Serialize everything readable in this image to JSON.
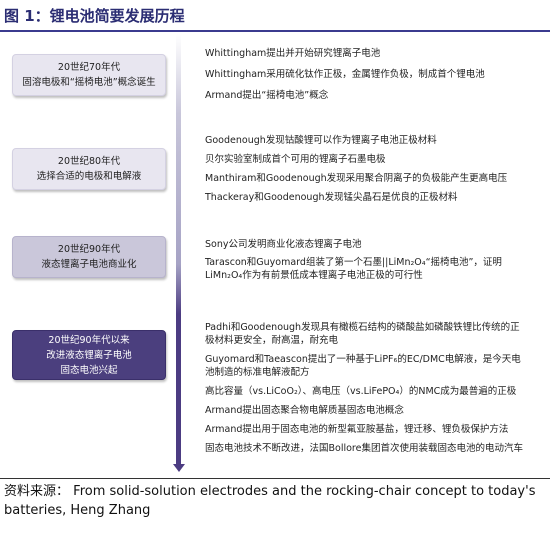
{
  "title": "图 1：锂电池简要发展历程",
  "eras": [
    {
      "name": "20世纪70年代",
      "desc": "固溶电极和“摇椅电池”概念诞生",
      "events": [
        "Whittingham提出并开始研究锂离子电池",
        "Whittingham采用硫化钛作正极，金属锂作负极，制成首个锂电池",
        "Armand提出“摇椅电池”概念"
      ]
    },
    {
      "name": "20世纪80年代",
      "desc": "选择合适的电极和电解液",
      "events": [
        "Goodenough发现钴酸锂可以作为锂离子电池正极材料",
        "贝尔实验室制成首个可用的锂离子石墨电极",
        "Manthiram和Goodenough发现采用聚合阴离子的负极能产生更高电压",
        "Thackeray和Goodenough发现锰尖晶石是优良的正极材料"
      ]
    },
    {
      "name": "20世纪90年代",
      "desc": "液态锂离子电池商业化",
      "events": [
        "Sony公司发明商业化液态锂离子电池",
        "Tarascon和Guyomard组装了第一个石墨||LiMn₂O₄“摇椅电池”，证明LiMn₂O₄作为有前景低成本锂离子电池正极的可行性"
      ]
    },
    {
      "name": "20世纪90年代以来",
      "desc1": "改进液态锂离子电池",
      "desc2": "固态电池兴起",
      "events": [
        "Padhi和Goodenough发现具有橄榄石结构的磷酸盐如磷酸铁锂比传统的正极材料更安全，耐高温，耐充电",
        "Guyomard和Taeascon提出了一种基于LiPF₆的EC/DMC电解液，是今天电池制造的标准电解液配方",
        "高比容量（vs.LiCoO₂）、高电压（vs.LiFePO₄）的NMC成为最普遍的正极",
        "Armand提出固态聚合物电解质基固态电池概念",
        "Armand提出用于固态电池的新型氟亚胺基盐，锂迁移、锂负极保护方法",
        "固态电池技术不断改进，法国Bollore集团首次使用装载固态电池的电动汽车"
      ]
    }
  ],
  "source_label": "资料来源：",
  "source_text": "From solid-solution electrodes and the rocking-chair concept to today's batteries, Heng Zhang"
}
